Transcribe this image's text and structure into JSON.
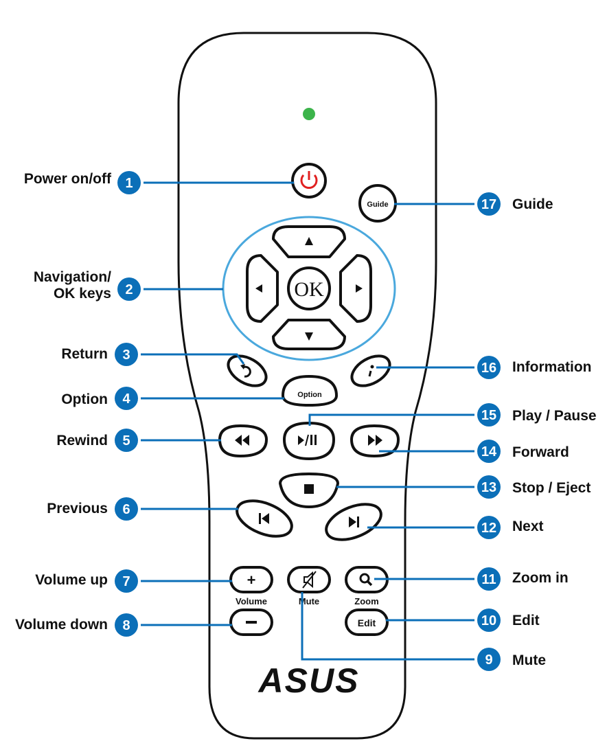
{
  "colors": {
    "badge": "#0b6fb8",
    "line": "#0b6fb8",
    "ring": "#4aa8dd",
    "led": "#3cb44b",
    "power": "#e02020",
    "outline": "#111111"
  },
  "brand_logo": "ASUS",
  "button_text": {
    "ok": "OK",
    "guide": "Guide",
    "option": "Option",
    "edit": "Edit",
    "plus": "+",
    "minus": "−"
  },
  "sub_labels": {
    "volume": "Volume",
    "mute": "Mute",
    "zoom": "Zoom"
  },
  "callouts": [
    {
      "num": "1",
      "label": "Power on/off",
      "side": "left"
    },
    {
      "num": "2",
      "label": "Navigation/\nOK keys",
      "side": "left"
    },
    {
      "num": "3",
      "label": "Return",
      "side": "left"
    },
    {
      "num": "4",
      "label": "Option",
      "side": "left"
    },
    {
      "num": "5",
      "label": "Rewind",
      "side": "left"
    },
    {
      "num": "6",
      "label": "Previous",
      "side": "left"
    },
    {
      "num": "7",
      "label": "Volume up",
      "side": "left"
    },
    {
      "num": "8",
      "label": "Volume down",
      "side": "left"
    },
    {
      "num": "9",
      "label": "Mute",
      "side": "right"
    },
    {
      "num": "10",
      "label": "Edit",
      "side": "right"
    },
    {
      "num": "11",
      "label": "Zoom in",
      "side": "right"
    },
    {
      "num": "12",
      "label": "Next",
      "side": "right"
    },
    {
      "num": "13",
      "label": "Stop / Eject",
      "side": "right"
    },
    {
      "num": "14",
      "label": "Forward",
      "side": "right"
    },
    {
      "num": "15",
      "label": "Play / Pause",
      "side": "right"
    },
    {
      "num": "16",
      "label": "Information",
      "side": "right"
    },
    {
      "num": "17",
      "label": "Guide",
      "side": "right"
    }
  ]
}
